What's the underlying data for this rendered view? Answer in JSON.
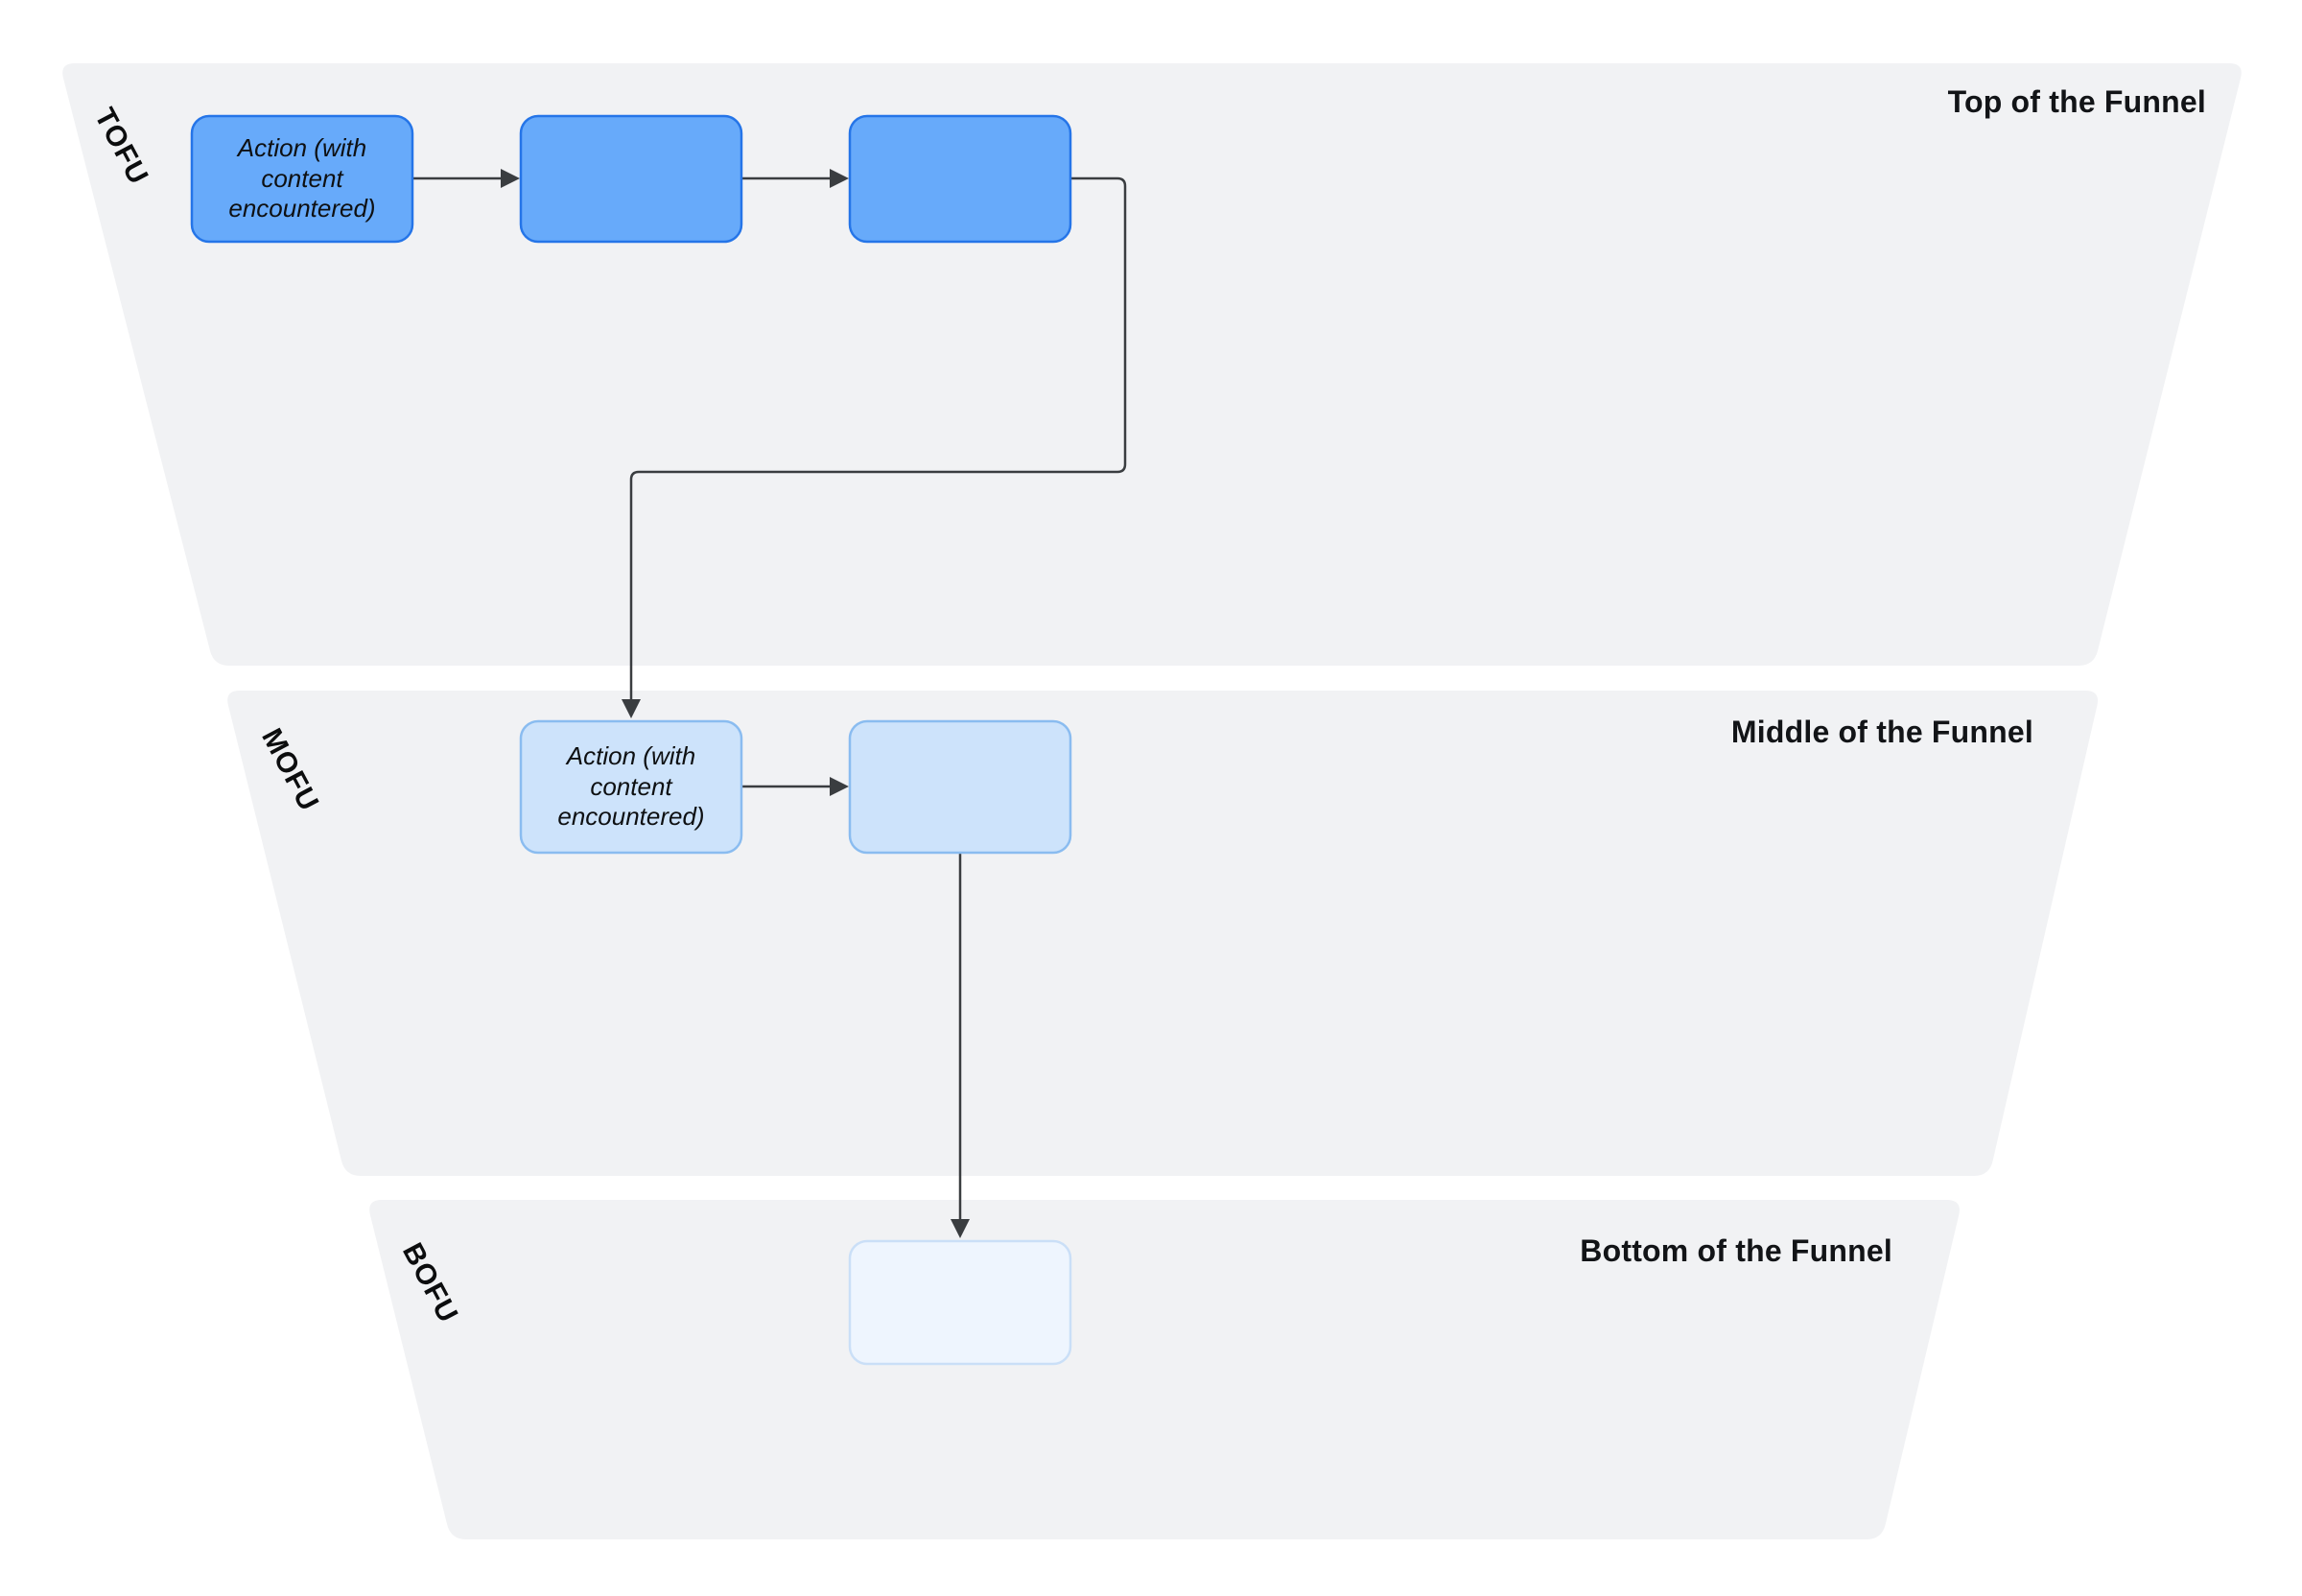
{
  "diagram": {
    "sections": [
      {
        "code": "TOFU",
        "title": "Top of the Funnel"
      },
      {
        "code": "MOFU",
        "title": "Middle of the Funnel"
      },
      {
        "code": "BOFU",
        "title": "Bottom of the Funnel"
      }
    ],
    "nodes": [
      {
        "id": "tofu-step-1",
        "label": "Action (with content encountered)"
      },
      {
        "id": "tofu-step-2",
        "label": ""
      },
      {
        "id": "tofu-step-3",
        "label": ""
      },
      {
        "id": "mofu-step-1",
        "label": "Action (with content encountered)"
      },
      {
        "id": "mofu-step-2",
        "label": ""
      },
      {
        "id": "bofu-step-1",
        "label": ""
      }
    ],
    "colors": {
      "background": "#FFFFFF",
      "section_fill": "#F1F2F4",
      "tofu_node_fill": "#67AAFA",
      "tofu_node_stroke": "#2575E8",
      "mofu_node_fill": "#CDE3FB",
      "mofu_node_stroke": "#8ABCF0",
      "bofu_node_fill": "#EEF5FE",
      "bofu_node_stroke": "#CADFF7",
      "connector": "#3A3D40",
      "text": "#121417"
    }
  }
}
